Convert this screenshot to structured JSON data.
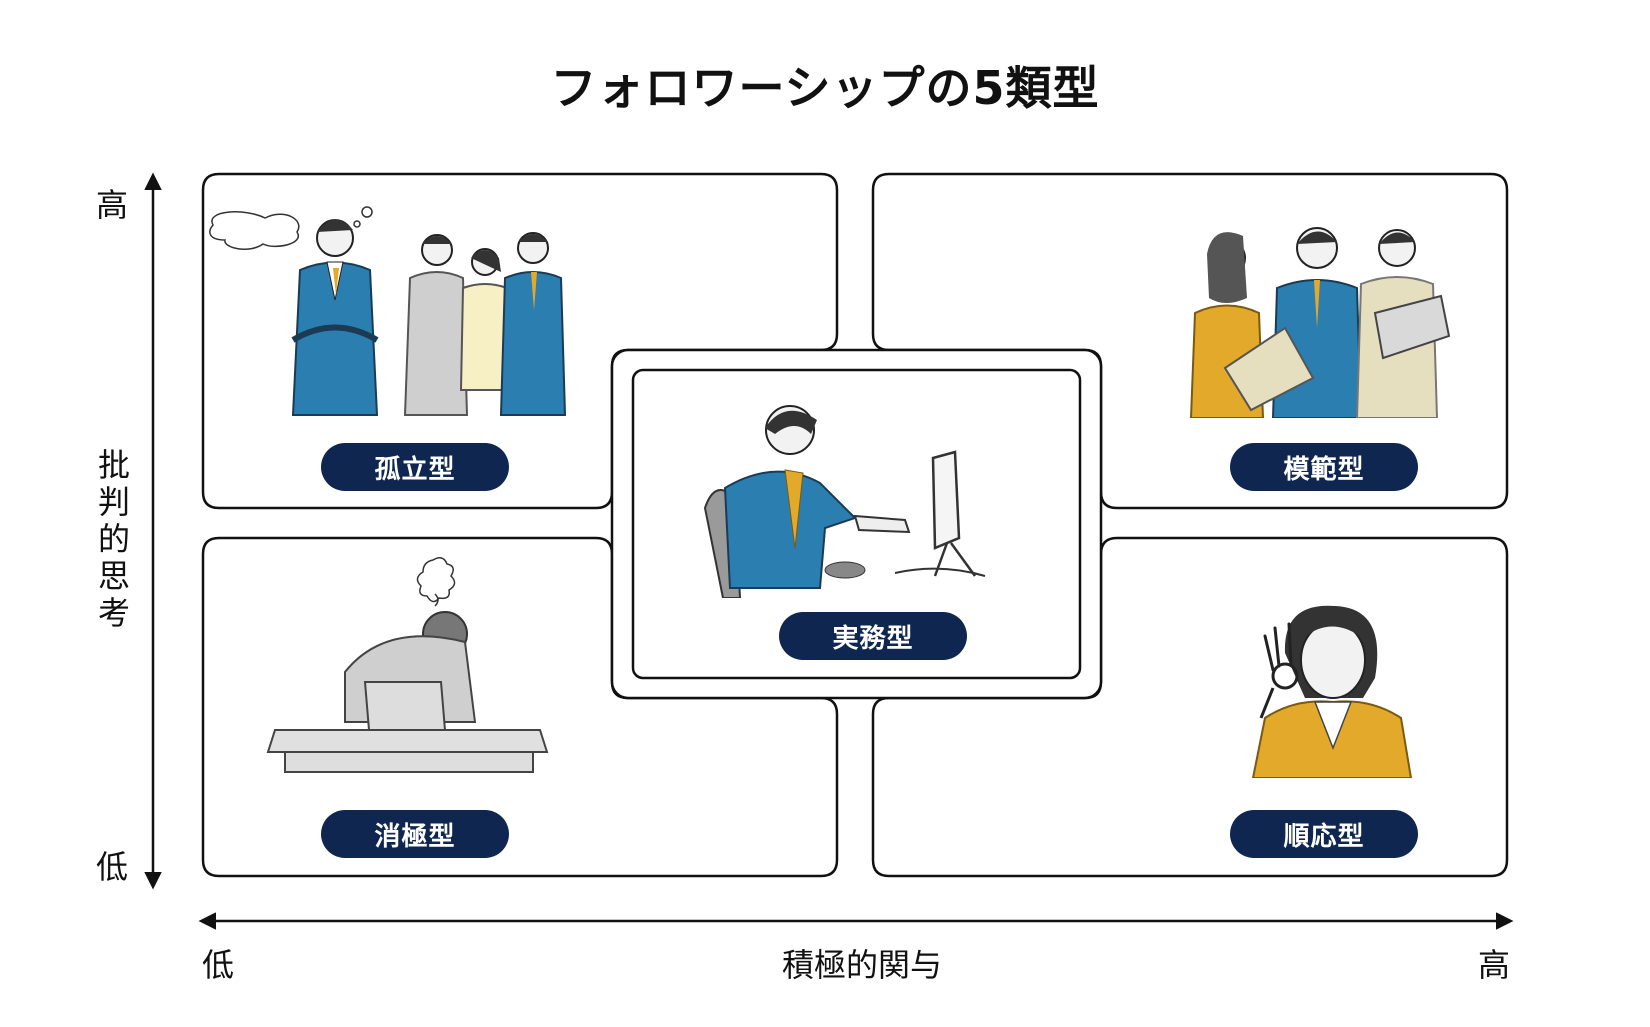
{
  "title": "フォロワーシップの5類型",
  "y_axis": {
    "label": "批判的思考",
    "high": "高",
    "low": "低"
  },
  "x_axis": {
    "label": "積極的関与",
    "high": "高",
    "low": "低"
  },
  "types": {
    "isolated": "孤立型",
    "exemplary": "模範型",
    "pragmatist": "実務型",
    "passive": "消極型",
    "conformist": "順応型"
  },
  "colors": {
    "pill": "#0e2650",
    "blue_suit": "#2a7fb0",
    "yellow_suit": "#e3a92a",
    "gray_suit": "#cfcfcf"
  }
}
